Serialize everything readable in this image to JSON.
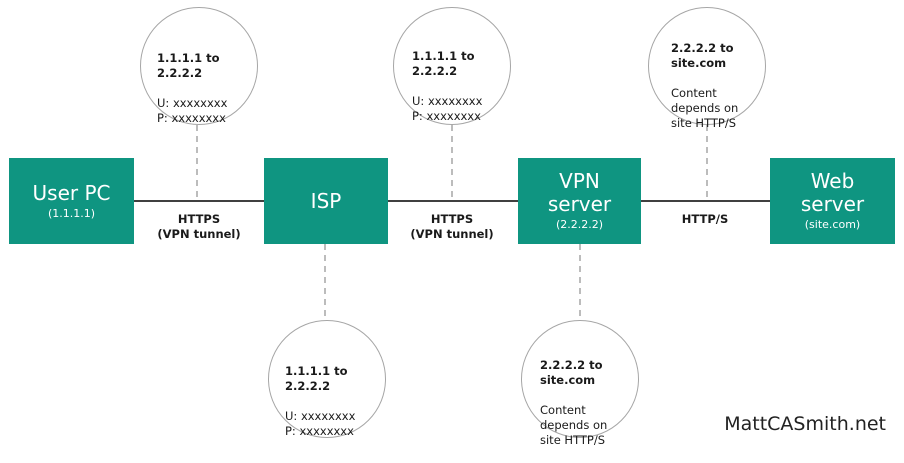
{
  "nodes": {
    "user_pc": {
      "title": "User PC",
      "sub": "(1.1.1.1)"
    },
    "isp": {
      "title": "ISP",
      "sub": ""
    },
    "vpn_server": {
      "title": "VPN\nserver",
      "sub": "(2.2.2.2)"
    },
    "web_server": {
      "title": "Web\nserver",
      "sub": "(site.com)"
    }
  },
  "links": {
    "pc_isp": "HTTPS\n(VPN tunnel)",
    "isp_vpn": "HTTPS\n(VPN tunnel)",
    "vpn_web": "HTTP/S"
  },
  "bubbles": {
    "pc_isp_top": {
      "bold": "1.1.1.1 to\n2.2.2.2",
      "lines": "U: xxxxxxxx\nP: xxxxxxxx"
    },
    "isp_bottom": {
      "bold": "1.1.1.1 to\n2.2.2.2",
      "lines": "U: xxxxxxxx\nP: xxxxxxxx"
    },
    "isp_vpn_top": {
      "bold": "1.1.1.1 to\n2.2.2.2",
      "lines": "U: xxxxxxxx\nP: xxxxxxxx"
    },
    "vpn_bottom": {
      "bold": "2.2.2.2 to\nsite.com",
      "lines": "Content\ndepends on\nsite HTTP/S"
    },
    "vpn_web_top": {
      "bold": "2.2.2.2 to\nsite.com",
      "lines": "Content\ndepends on\nsite HTTP/S"
    }
  },
  "brand": "MattCASmith.net",
  "colors": {
    "node_fill": "#0f9581",
    "connector": "#000000",
    "dashed": "#a6a6a6"
  }
}
